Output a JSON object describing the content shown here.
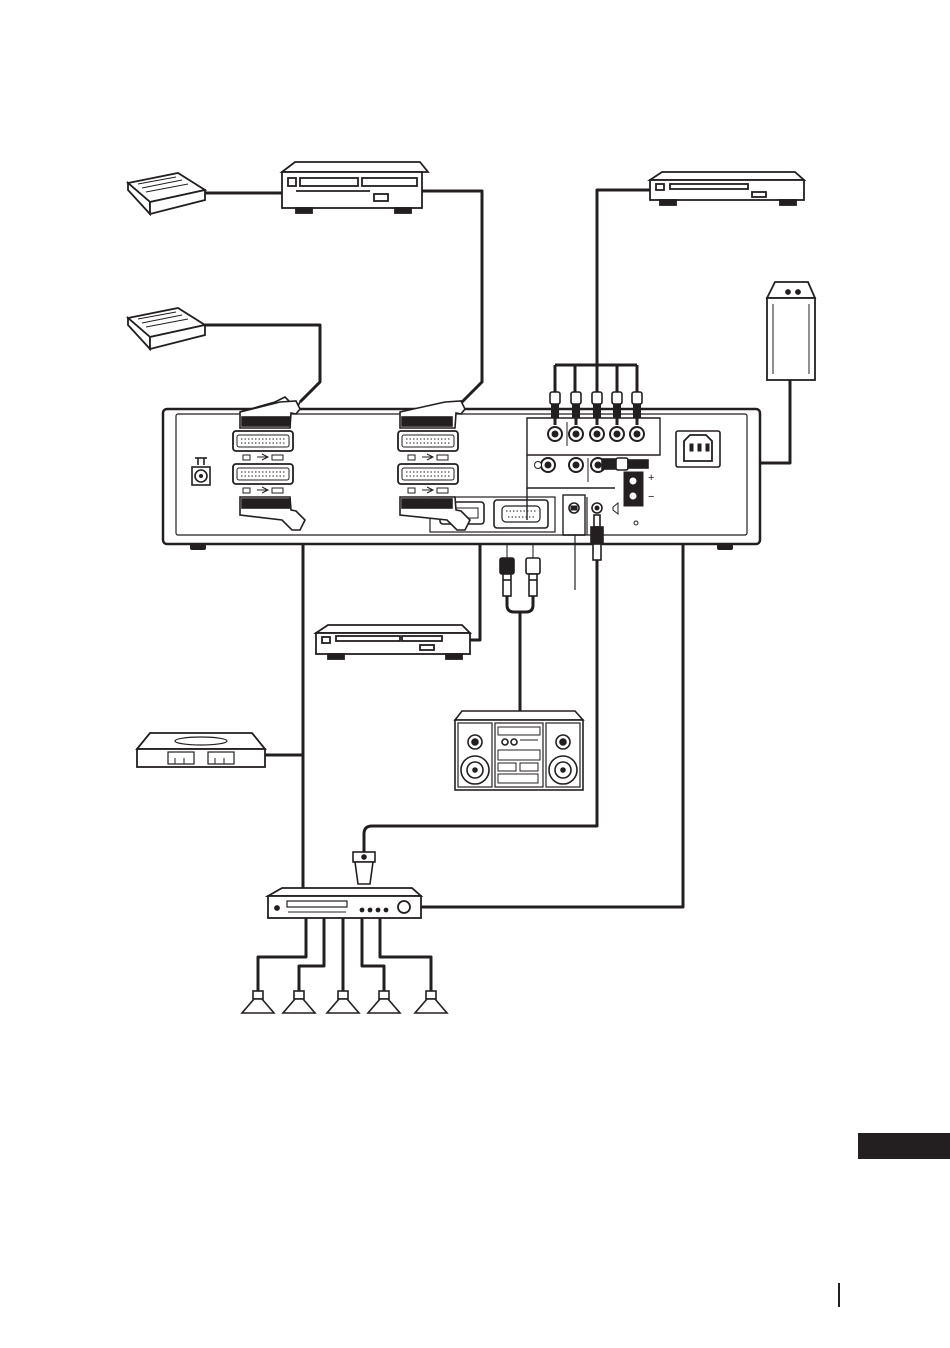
{
  "page": {
    "number": "",
    "section_tab_label": ""
  },
  "diagram": {
    "devices": [
      {
        "id": "decoder-1",
        "icon": "decoder-icon"
      },
      {
        "id": "decoder-2",
        "icon": "decoder-icon"
      },
      {
        "id": "vcr",
        "icon": "vcr-icon"
      },
      {
        "id": "dvd-player-top-right",
        "icon": "dvd-player-icon"
      },
      {
        "id": "subwoofer",
        "icon": "subwoofer-icon"
      },
      {
        "id": "tv-rear-panel",
        "icon": "tv-rear-panel-icon"
      },
      {
        "id": "dvd-player-middle",
        "icon": "dvd-player-icon"
      },
      {
        "id": "game-console",
        "icon": "game-console-icon"
      },
      {
        "id": "hifi-system",
        "icon": "hifi-system-icon"
      },
      {
        "id": "optical-plug",
        "icon": "optical-plug-icon"
      },
      {
        "id": "av-receiver",
        "icon": "av-receiver-icon"
      },
      {
        "id": "speakers",
        "icon": "speaker-icon",
        "count": 5
      }
    ],
    "panel_symbols": {
      "antenna": "╥",
      "earth": "⏚",
      "plus": "+",
      "minus": "−"
    },
    "colors": {
      "line": "#231f20",
      "audio_cable_gray": "#8a8a8a",
      "page_tab": "#231f20"
    }
  }
}
